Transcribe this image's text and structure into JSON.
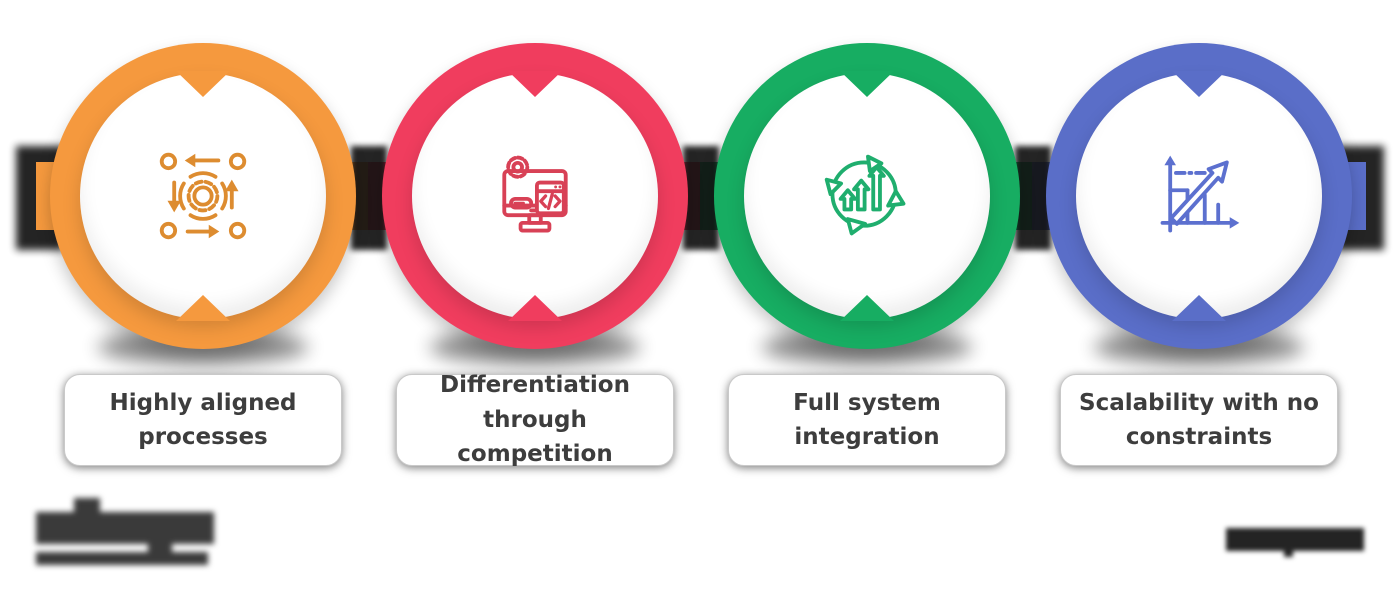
{
  "steps": [
    {
      "label": "Highly aligned processes",
      "color": "#F5993E",
      "icon_color": "#DD8C30",
      "icon": "process-alignment-icon"
    },
    {
      "label": "Differentiation through competition",
      "color": "#F03D5E",
      "icon_color": "#D84156",
      "icon": "software-development-icon"
    },
    {
      "label": "Full system integration",
      "color": "#17AD62",
      "icon_color": "#1FAE6E",
      "icon": "growth-cycle-icon"
    },
    {
      "label": "Scalability with no constraints",
      "color": "#5A6EC8",
      "icon_color": "#5C70CF",
      "icon": "scalability-chart-icon"
    }
  ],
  "footer": {
    "left_logo": "redacted-blurred-logo",
    "right_brand": "redacted-blurred-wordmark"
  },
  "styles": {
    "page_bg": "#ffffff",
    "text_color": "#3D3D3D",
    "connector_color": "#121212",
    "card_bg": "#FFFFFF",
    "card_border": "#C9C9C9"
  }
}
